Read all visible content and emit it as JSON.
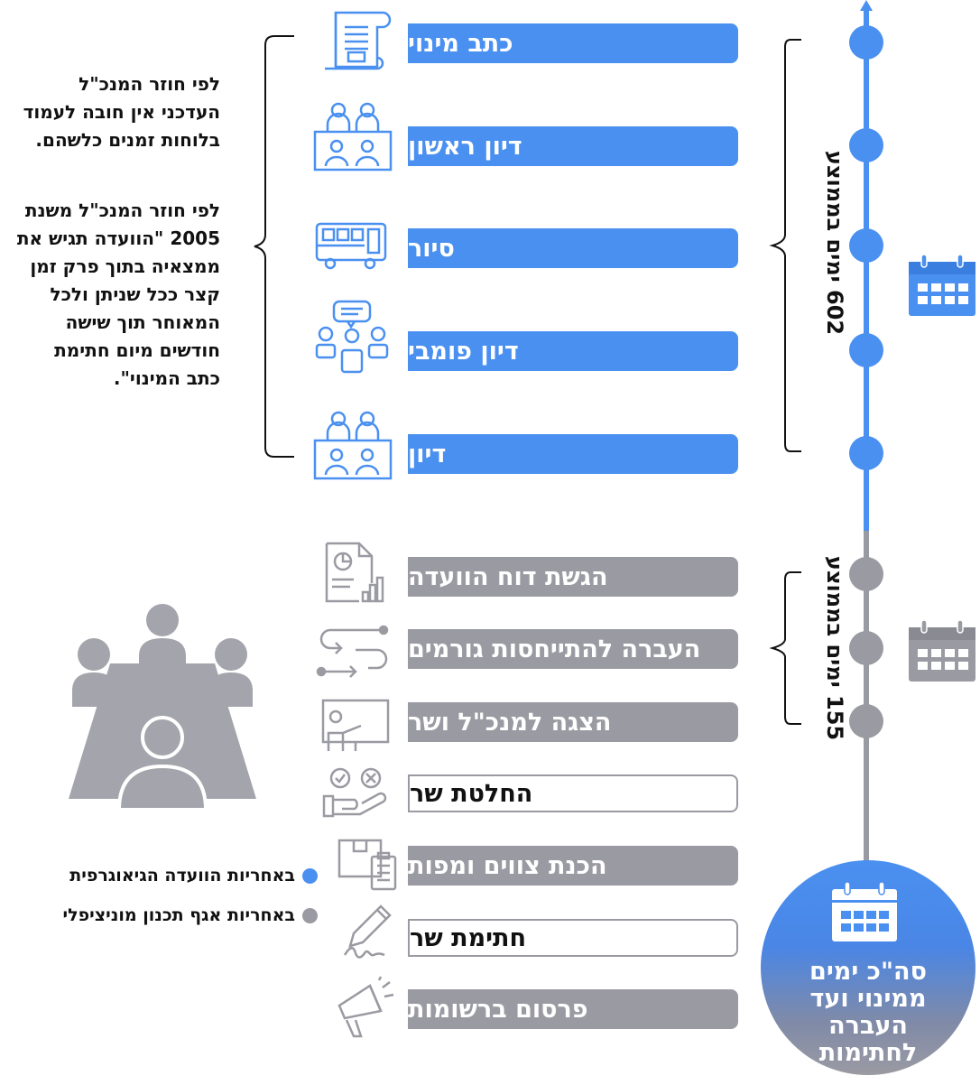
{
  "stages": [
    {
      "label": "כתב מינוי",
      "style": "blue",
      "icon": "scroll-document-icon"
    },
    {
      "label": "דיון ראשון",
      "style": "blue",
      "icon": "committee-meeting-icon"
    },
    {
      "label": "סיור",
      "style": "blue",
      "icon": "bus-icon"
    },
    {
      "label": "דיון פומבי",
      "style": "blue",
      "icon": "public-discussion-icon"
    },
    {
      "label": "דיון",
      "style": "blue",
      "icon": "committee-meeting-icon"
    },
    {
      "label": "הגשת דוח הוועדה",
      "style": "gray",
      "icon": "report-chart-icon"
    },
    {
      "label": "העברה להתייחסות גורמים",
      "style": "gray",
      "icon": "transfer-arrows-icon"
    },
    {
      "label": "הצגה למנכ\"ל ושר",
      "style": "gray",
      "icon": "presentation-board-icon"
    },
    {
      "label": "החלטת שר",
      "style": "white",
      "icon": "decision-hand-icon"
    },
    {
      "label": "הכנת צווים ומפות",
      "style": "gray",
      "icon": "clipboard-box-icon"
    },
    {
      "label": "חתימת שר",
      "style": "white",
      "icon": "pen-signature-icon"
    },
    {
      "label": "פרסום ברשומות",
      "style": "gray",
      "icon": "megaphone-icon"
    }
  ],
  "side_note": {
    "paragraph1": "לפי חוזר  המנכ\"ל\nהעדכני אין חובה לעמוד\nבלוחות זמנים כלשהם.",
    "paragraph2": "לפי חוזר המנכ\"ל משנת\n2005 \"הוועדה תגיש את\nממצאיה בתוך פרק זמן\nקצר ככל שניתן ולכל\nהמאוחר תוך שישה\nחודשים מיום חתימת\nכתב המינוי\"."
  },
  "durations": {
    "blue": "602 ימים בממוצע",
    "gray": "155 ימים בממוצע"
  },
  "legend": [
    {
      "label": "באחריות הוועדה הגיאוגרפית",
      "color": "#4a90f0"
    },
    {
      "label": "באחריות אגף תכנון מוניציפלי",
      "color": "#9a9aa2"
    }
  ],
  "total": {
    "text": "סה\"כ ימים\nממינוי ועד\nהעברה\nלחתימות",
    "icon": "calendar-icon"
  },
  "colors": {
    "blue": "#4a90f0",
    "gray": "#9a9aa2"
  }
}
